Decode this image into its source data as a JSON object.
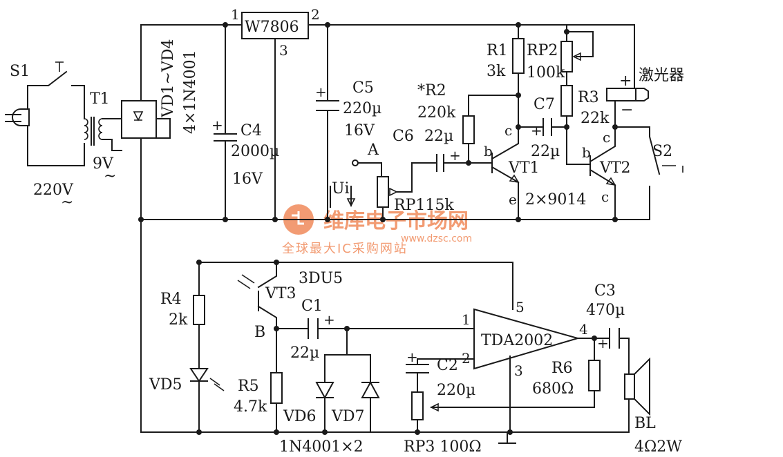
{
  "labels": {
    "s1": "S1",
    "t1": "T1",
    "t1_secondary": "9V",
    "ac_tilde": "~",
    "mains": "220V",
    "vd1_vd4": "VD1~VD4",
    "vd1_vd4_type": "4×1N4001",
    "c4": "C4",
    "c4_value": "2000µ",
    "c4_voltage": "16V",
    "reg_pin1": "1",
    "reg_pin2": "2",
    "reg_pin3": "3",
    "regulator": "W7806",
    "c5": "C5",
    "c5_value": "220µ",
    "c5_voltage": "16V",
    "r2": "*R2",
    "r2_value": "220k",
    "c6": "C6",
    "c6_value": "22µ",
    "point_a": "A",
    "ui": "Ui",
    "rp1": "RP115k",
    "r1": "R1",
    "r1_value": "3k",
    "rp2": "RP2",
    "rp2_value": "100k",
    "r3": "R3",
    "r3_value": "22k",
    "c7": "C7",
    "c7_value": "22µ",
    "laser_plus": "+",
    "laser_minus": "−",
    "laser": "激光器",
    "vt1": "VT1",
    "vt2": "VT2",
    "vt_type": "2×9014",
    "vt1_b": "b",
    "vt1_c": "c",
    "vt1_e": "e",
    "vt2_b": "b",
    "vt2_c": "c",
    "vt2_e": "c",
    "s2": "S2",
    "vt3_type": "3DU5",
    "vt3": "VT3",
    "r4": "R4",
    "r4_value": "2k",
    "vd5": "VD5",
    "point_b": "B",
    "r5": "R5",
    "r5_value": "4.7k",
    "c1": "C1",
    "c1_value": "22µ",
    "vd6": "VD6",
    "vd7": "VD7",
    "diode_type": "1N4001×2",
    "c2": "C2",
    "c2_value": "220µ",
    "rp3": "RP3 100Ω",
    "amp": "TDA2002",
    "amp_pin1": "1",
    "amp_pin2": "2",
    "amp_pin3": "3",
    "amp_pin4": "4",
    "amp_pin5": "5",
    "c3": "C3",
    "c3_value": "470µ",
    "r6": "R6",
    "r6_value": "680Ω",
    "bl": "BL",
    "bl_value": "4Ω2W"
  },
  "watermark": {
    "main": "维库电子市场网",
    "sub": "全球最大IC采购网站",
    "url": "www.dzsc.com",
    "color": "#f08a5a"
  }
}
